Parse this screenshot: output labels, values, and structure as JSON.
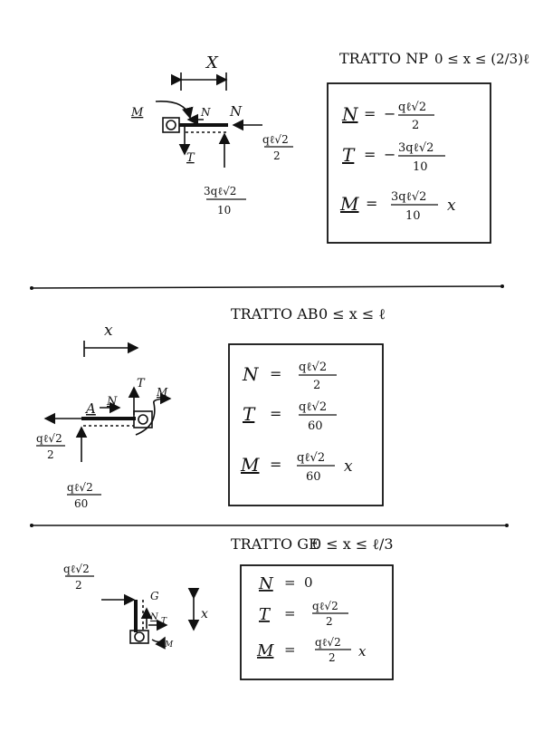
{
  "sections": [
    {
      "title": "TRATTO NP",
      "range": "0 ≤ x ≤ (2/3)ℓ",
      "diagram": {
        "x_label": "X",
        "M": "M",
        "N1": "N",
        "N2": "N",
        "T": "T",
        "load_num": "qℓ√2",
        "load_den": "2",
        "reaction_num": "3qℓ√2",
        "reaction_den": "10"
      },
      "eqs": {
        "N_lhs": "N",
        "N_sign": "−",
        "N_num": "qℓ√2",
        "N_den": "2",
        "T_lhs": "T",
        "T_sign": "−",
        "T_num": "3qℓ√2",
        "T_den": "10",
        "M_lhs": "M",
        "M_num": "3qℓ√2",
        "M_den": "10",
        "M_var": "x"
      }
    },
    {
      "title": "TRATTO AB",
      "range": "0 ≤ x ≤ ℓ",
      "diagram": {
        "x_label": "x",
        "A": "A",
        "N": "N",
        "T": "T",
        "M": "M",
        "load_num": "qℓ√2",
        "load_den": "2",
        "reaction_num": "qℓ√2",
        "reaction_den": "60"
      },
      "eqs": {
        "N_lhs": "N",
        "N_num": "qℓ√2",
        "N_den": "2",
        "T_lhs": "T",
        "T_num": "qℓ√2",
        "T_den": "60",
        "M_lhs": "M",
        "M_num": "qℓ√2",
        "M_den": "60",
        "M_var": "x"
      }
    },
    {
      "title": "TRATTO GE",
      "range": "0 ≤ x ≤ ℓ/3",
      "diagram": {
        "x_label": "x",
        "G": "G",
        "N": "N",
        "T": "T",
        "M": "M",
        "load_num": "qℓ√2",
        "load_den": "2"
      },
      "eqs": {
        "N_lhs": "N",
        "N_val": "0",
        "T_lhs": "T",
        "T_num": "qℓ√2",
        "T_den": "2",
        "M_lhs": "M",
        "M_num": "qℓ√2",
        "M_den": "2",
        "M_var": "x"
      }
    }
  ]
}
